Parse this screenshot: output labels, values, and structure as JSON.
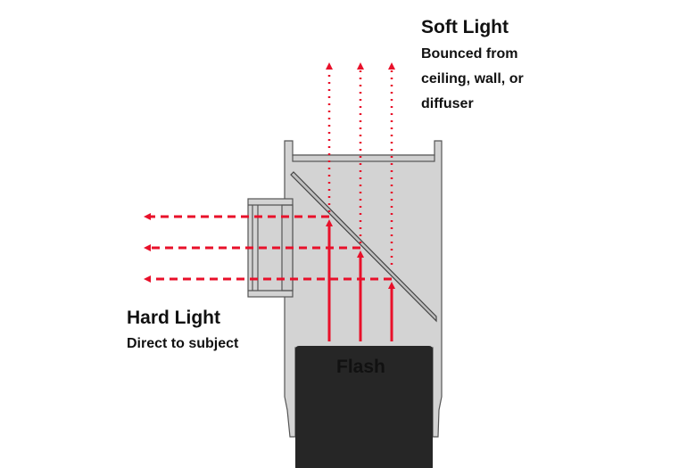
{
  "soft_light": {
    "title": "Soft Light",
    "lines": [
      "Bounced from",
      "ceiling, wall, or",
      "diffuser"
    ]
  },
  "hard_light": {
    "title": "Hard Light",
    "subtitle": "Direct to subject"
  },
  "flash_label": "Flash",
  "colors": {
    "ray": "#e8102a",
    "body": "#d3d3d3",
    "outline": "#555555",
    "flash": "#262626"
  }
}
